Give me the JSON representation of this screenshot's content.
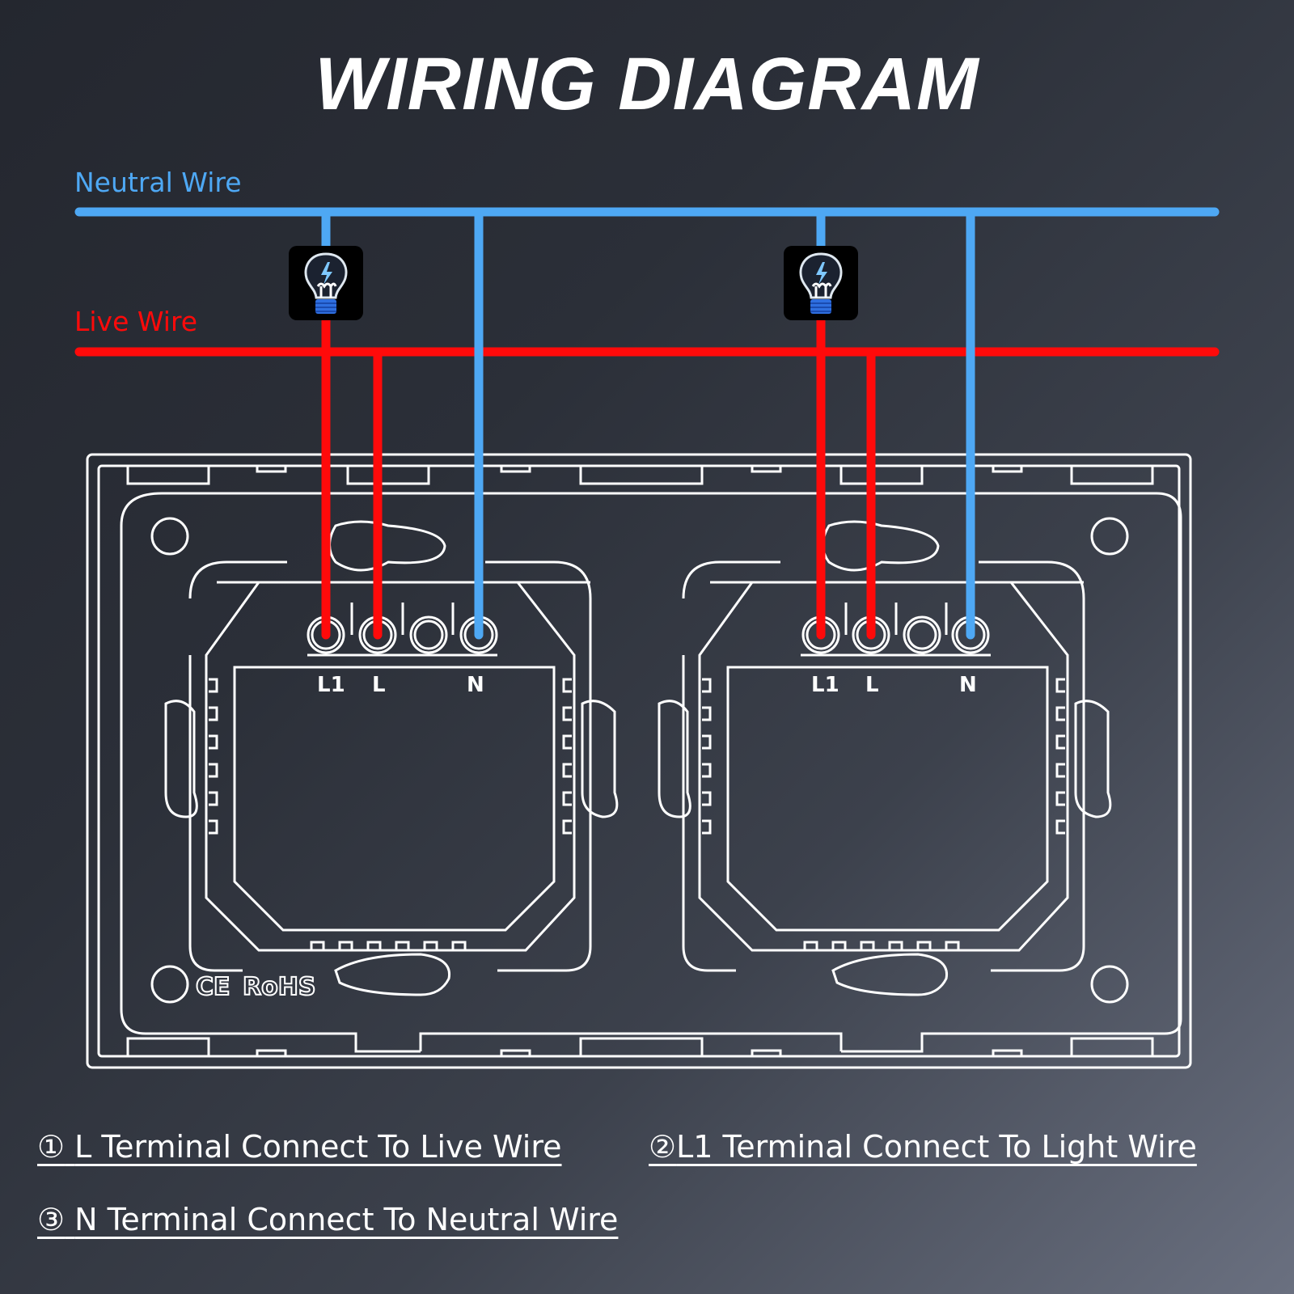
{
  "title": "WIRING DIAGRAM",
  "wires": {
    "neutral": {
      "label": "Neutral Wire",
      "color": "#4ea8f4"
    },
    "live": {
      "label": "Live Wire",
      "color": "#ff0a0a"
    }
  },
  "switch_panel": {
    "gangs": [
      {
        "terminals": [
          "L1",
          "L",
          "N"
        ],
        "lamp_icon": "light-bulb-icon"
      },
      {
        "terminals": [
          "L1",
          "L",
          "N"
        ],
        "lamp_icon": "light-bulb-icon"
      }
    ],
    "certifications": [
      "CE",
      "RoHS"
    ]
  },
  "legend": [
    {
      "marker": "①",
      "text": "L Terminal Connect To Live Wire"
    },
    {
      "marker": "②",
      "text": "L1 Terminal Connect To Light Wire"
    },
    {
      "marker": "③",
      "text": "N Terminal Connect To Neutral Wire"
    }
  ]
}
